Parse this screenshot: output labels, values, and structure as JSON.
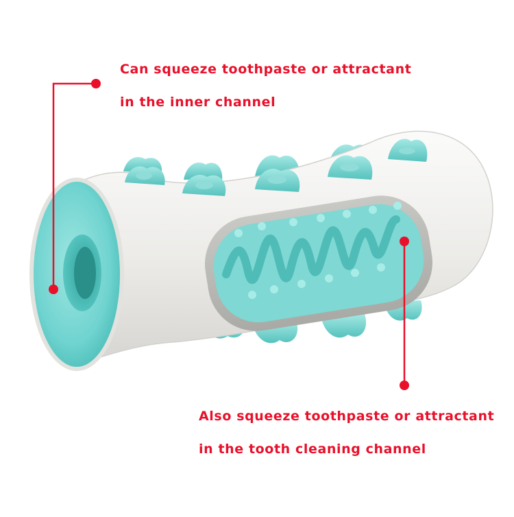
{
  "annotations": {
    "inner_channel": {
      "line1": "Can squeeze toothpaste or attractant",
      "line2": "in the inner channel"
    },
    "tooth_cleaning_channel": {
      "line1": "Also squeeze toothpaste or attractant",
      "line2": "in the tooth cleaning channel"
    }
  },
  "colors": {
    "callout": "#e8102a",
    "toy_body": "#eeeeec",
    "toy_accent": "#6fd3cf"
  },
  "icons": [
    "dog-chew-toothbrush-toy"
  ]
}
